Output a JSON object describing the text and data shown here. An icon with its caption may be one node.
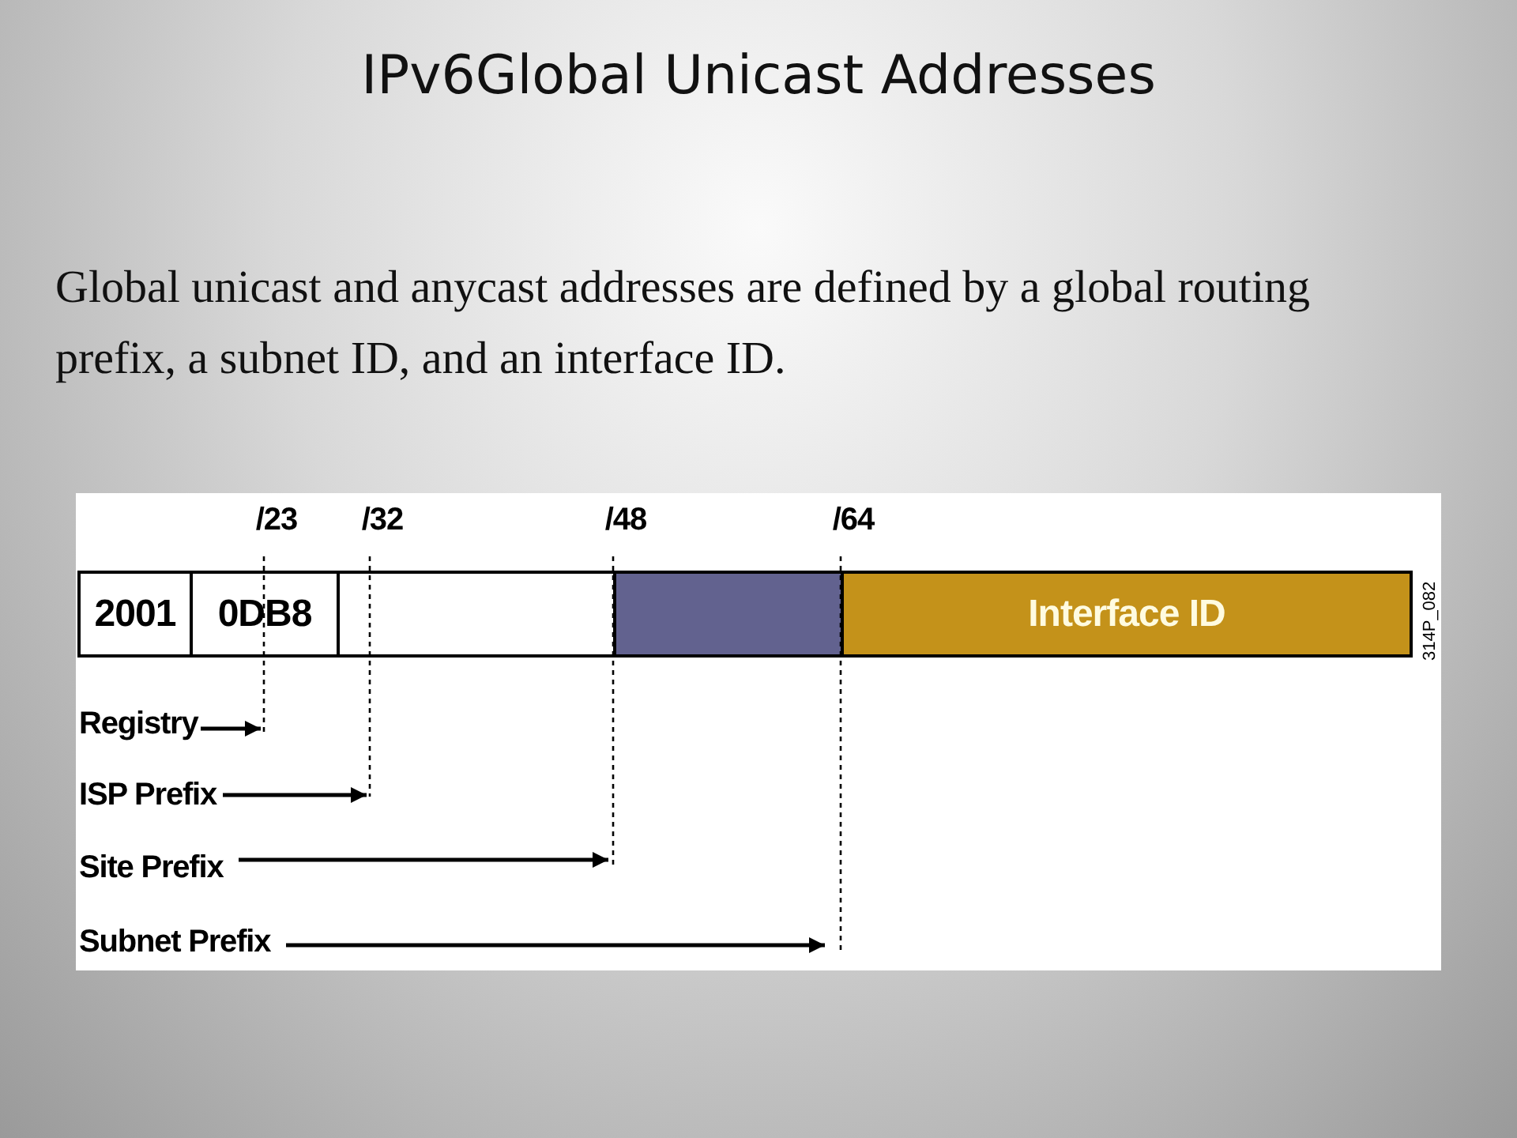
{
  "diagram": {
    "title": "IPv6Global Unicast Addresses",
    "nodes": [
      {
        "text": [
          "2001"
        ]
      },
      {
        "text": [
          "0DB8"
        ]
      },
      {
        "text": [],
        "shape": "box"
      },
      {
        "text": [],
        "shape": "box"
      },
      {
        "text": [
          "Interface ID"
        ]
      },
      {
        "text": [
          "Registry"
        ]
      },
      {
        "text": [
          "ISP Prefix"
        ]
      },
      {
        "text": [
          "Site Prefix"
        ]
      },
      {
        "text": [
          "Subnet Prefix"
        ]
      }
    ],
    "edges": [
      {
        "from": 5,
        "to": null,
        "arrow": "to"
      },
      {
        "from": 6,
        "to": null,
        "arrow": "to"
      },
      {
        "from": 7,
        "to": null,
        "arrow": "to"
      },
      {
        "from": 8,
        "to": null,
        "arrow": "to"
      }
    ],
    "labels": [
      "Global unicast and anycast addresses are defined by a global routing prefix, a subnet ID, and an interface ID.",
      "/23",
      "/32",
      "/48",
      "/64",
      "314P_082"
    ]
  }
}
